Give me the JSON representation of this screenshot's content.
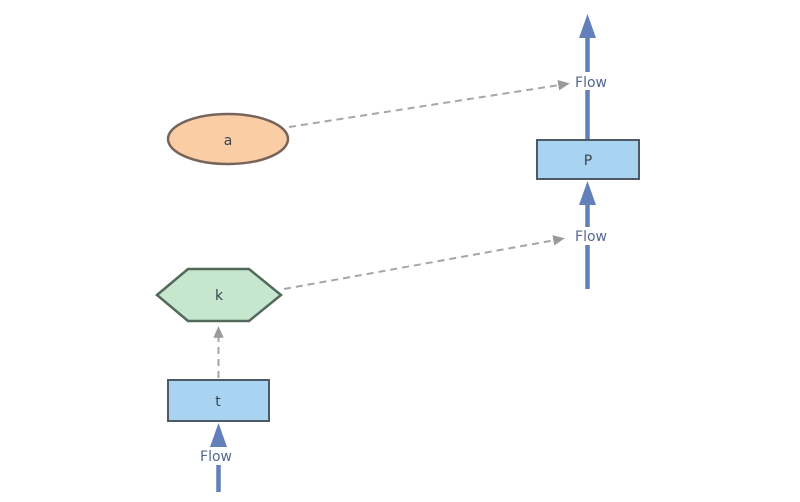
{
  "diagram": {
    "kind": "stock-and-flow-model",
    "background": "#ffffff",
    "colors": {
      "flow_arrow": "#6380BA",
      "flow_label_text": "#53688E",
      "stock_fill": "#A8D4F2",
      "stock_border": "#4E5A66",
      "variable_fill": "#FACDA5",
      "variable_border": "#77655C",
      "converter_fill": "#C6E6CE",
      "converter_border": "#53695B",
      "link_dash": "#A6A6A6",
      "link_arrowhead": "#9A9A9A",
      "node_label_text": "#3A434E"
    },
    "nodes": [
      {
        "id": "a",
        "shape": "ellipse",
        "label": "a"
      },
      {
        "id": "k",
        "shape": "hexagon",
        "label": "k"
      },
      {
        "id": "P",
        "shape": "rectangle",
        "label": "P"
      },
      {
        "id": "t",
        "shape": "rectangle",
        "label": "t"
      }
    ],
    "flows": [
      {
        "id": "flow-out-of-P-top",
        "label": "Flow"
      },
      {
        "id": "flow-into-P-bottom",
        "label": "Flow"
      },
      {
        "id": "flow-into-t-bottom",
        "label": "Flow"
      }
    ],
    "links": [
      {
        "id": "link-a-to-top-flow",
        "from": "a",
        "to": "flow-out-of-P-top"
      },
      {
        "id": "link-k-to-middle-flow",
        "from": "k",
        "to": "flow-into-P-bottom"
      },
      {
        "id": "link-t-to-k",
        "from": "t",
        "to": "k"
      }
    ]
  }
}
